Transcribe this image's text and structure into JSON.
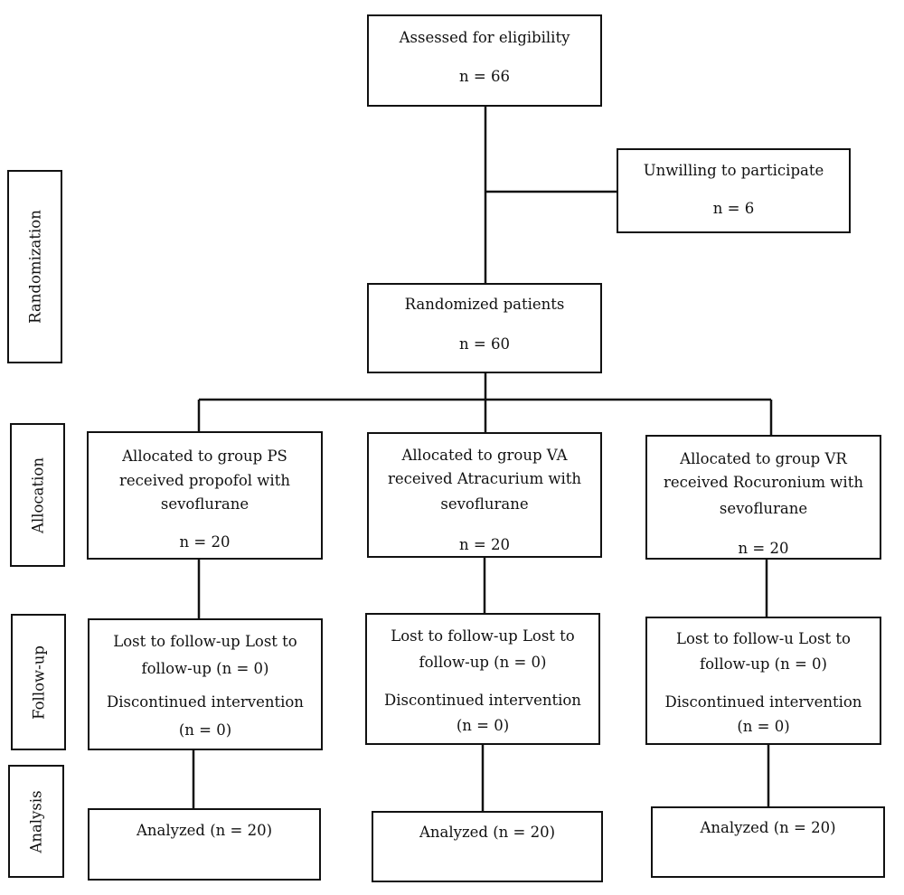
{
  "stages": {
    "randomization": "Randomization",
    "allocation": "Allocation",
    "follow_up": "Follow-up",
    "analysis": "Analysis"
  },
  "eligibility": {
    "title": "Assessed for eligibility",
    "n": "n = 66"
  },
  "excluded": {
    "title": "Unwilling to participate",
    "n": "n = 6"
  },
  "randomized": {
    "title": "Randomized patients",
    "n": "n = 60"
  },
  "groups": [
    {
      "alloc_line1": "Allocated to group PS",
      "alloc_line2": "received propofol with",
      "alloc_line3": "sevoflurane",
      "alloc_n": "n = 20",
      "follow_line1": "Lost to follow-up Lost to",
      "follow_line2": "follow-up (n = 0)",
      "follow_line3": "Discontinued intervention",
      "follow_line4": "(n = 0)",
      "analysis": "Analyzed (n = 20)"
    },
    {
      "alloc_line1": "Allocated to group VA",
      "alloc_line2": "received Atracurium with",
      "alloc_line3": "sevoflurane",
      "alloc_n": "n = 20",
      "follow_line1": "Lost to follow-up Lost to",
      "follow_line2": "follow-up (n = 0)",
      "follow_line3": "Discontinued intervention",
      "follow_line4": "(n = 0)",
      "analysis": "Analyzed (n = 20)"
    },
    {
      "alloc_line1": "Allocated to group VR",
      "alloc_line2": "received Rocuronium with",
      "alloc_line3": "sevoflurane",
      "alloc_n": "n = 20",
      "follow_line1": "Lost to follow-u Lost to",
      "follow_line2": "follow-up (n = 0)",
      "follow_line3": "Discontinued intervention",
      "follow_line4": "(n = 0)",
      "analysis": "Analyzed (n = 20)"
    }
  ]
}
